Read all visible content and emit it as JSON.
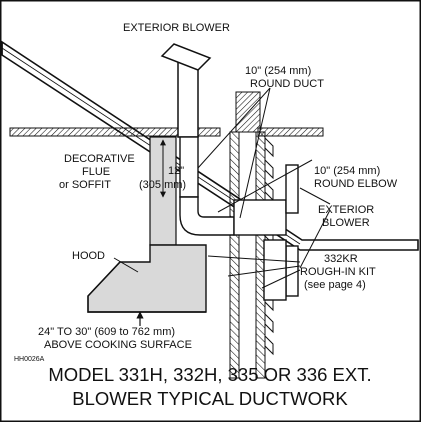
{
  "labels": {
    "exterior_blower_top": "EXTERIOR BLOWER",
    "round_duct_1": "10\" (254 mm)",
    "round_duct_2": "ROUND DUCT",
    "decorative_1": "DECORATIVE",
    "decorative_2": "FLUE",
    "decorative_3": "or SOFFIT",
    "dim_12_a": "12\"",
    "dim_12_b": "(305 mm)",
    "round_elbow_1": "10\" (254 mm)",
    "round_elbow_2": "ROUND ELBOW",
    "exterior_blower_side_1": "EXTERIOR",
    "exterior_blower_side_2": "BLOWER",
    "hood": "HOOD",
    "rough_in_1": "332KR",
    "rough_in_2": "ROUGH-IN KIT",
    "rough_in_3": "(see page 4)",
    "height_1": "24\" TO 30\" (609 to 762 mm)",
    "height_2": "ABOVE COOKING SURFACE",
    "figure_code": "HH0026A"
  },
  "caption": {
    "line1": "MODEL 331H, 332H, 335 OR 336 EXT.",
    "line2": "BLOWER TYPICAL DUCTWORK"
  },
  "colors": {
    "line": "#111111",
    "fill_gray": "#d9d9d9",
    "background": "#ffffff"
  }
}
